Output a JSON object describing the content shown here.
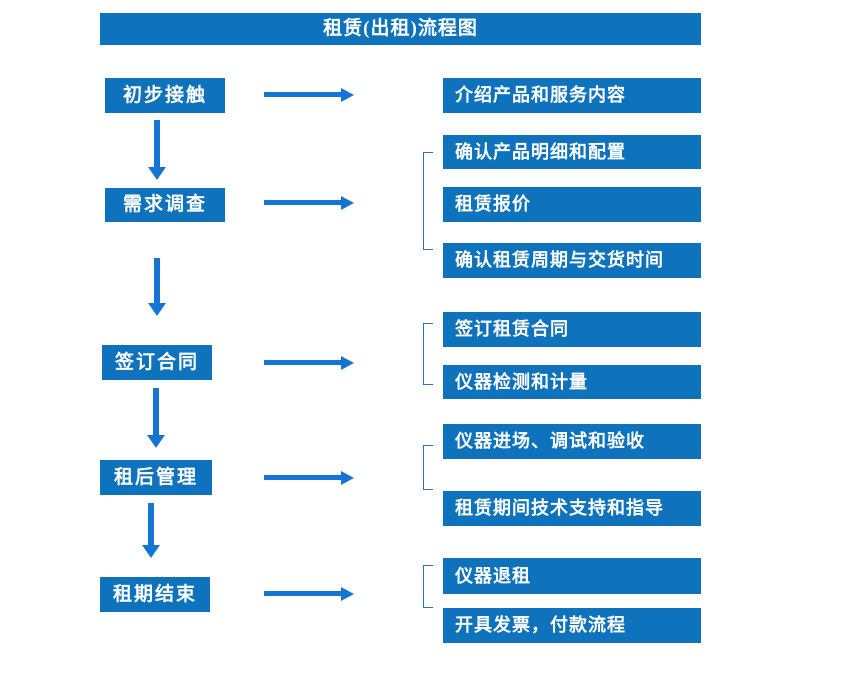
{
  "title": "租赁(出租)流程图",
  "colors": {
    "box_blue": "#0E72BC",
    "arrow_blue": "#1575D4",
    "bracket_blue": "#2E74B5",
    "text_white": "#FFFFFF",
    "background": "#FFFFFF"
  },
  "steps": [
    {
      "label": "初步接触",
      "details": [
        "介绍产品和服务内容"
      ]
    },
    {
      "label": "需求调查",
      "details": [
        "确认产品明细和配置",
        "租赁报价",
        "确认租赁周期与交货时间"
      ]
    },
    {
      "label": "签订合同",
      "details": [
        "签订租赁合同",
        "仪器检测和计量"
      ]
    },
    {
      "label": "租后管理",
      "details": [
        "仪器进场、调试和验收",
        "租赁期间技术支持和指导"
      ]
    },
    {
      "label": "租期结束",
      "details": [
        "仪器退租",
        "开具发票，付款流程"
      ]
    }
  ]
}
